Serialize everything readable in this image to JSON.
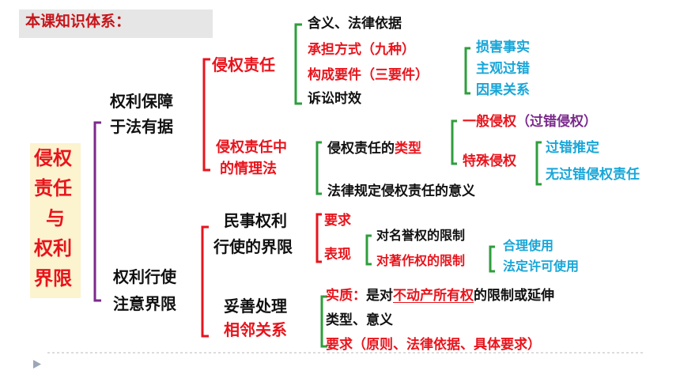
{
  "title": "本课知识体系：",
  "root": [
    "侵权",
    "责任",
    "与",
    "权利",
    "界限"
  ],
  "branch1": {
    "label": [
      "权利保障",
      "于法有据"
    ],
    "liability": {
      "label": "侵权责任",
      "items": [
        "含义、法律依据",
        "承担方式（九种）",
        "构成要件（三要件）",
        "诉讼时效"
      ],
      "elements": [
        "损害事实",
        "主观过错",
        "因果关系"
      ]
    },
    "reason": {
      "label": [
        "侵权责任中",
        "的情理法"
      ],
      "types_prefix": "侵权责任的",
      "types_suffix": "类型",
      "meaning": "法律规定侵权责任的意义",
      "general_prefix": "一般侵权",
      "general_suffix": "（过错侵权）",
      "special": "特殊侵权",
      "special_items": [
        "过错推定",
        "无过错侵权责任"
      ]
    }
  },
  "branch2": {
    "label": [
      "权利行使",
      "注意界限"
    ],
    "civil": {
      "label": [
        "民事权利",
        "行使的界限"
      ],
      "requirement": "要求",
      "manifest": "表现",
      "limits": [
        "对名誉权的限制",
        "对著作权的限制"
      ],
      "uses": [
        "合理使用",
        "法定许可使用"
      ]
    },
    "neighbor": {
      "label_top": "妥善处理",
      "label_bottom": "相邻关系",
      "essence_label": "实质：",
      "essence_pre": "是对",
      "essence_key": "不动产所有权",
      "essence_post": "的限制或延伸",
      "types": "类型、意义",
      "req_label": "要求",
      "req_text": "（原则、法律依据、具体要求）"
    }
  },
  "colors": {
    "purple": "#7b2a8c",
    "red": "#e8141c",
    "cyan": "#18a6d8",
    "green": "#2e9e3c"
  }
}
